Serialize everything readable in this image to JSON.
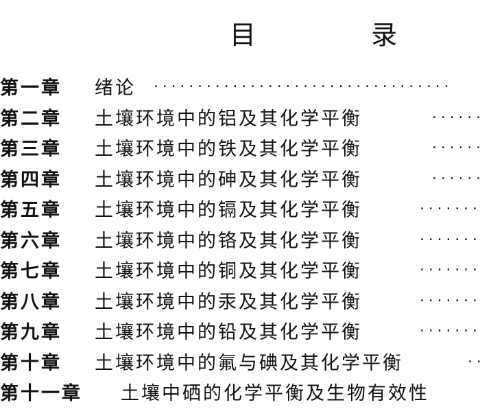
{
  "page": {
    "title": "目 录"
  },
  "toc": [
    {
      "chapter": "第一章",
      "title": "绪论",
      "leader": "··································"
    },
    {
      "chapter": "第二章",
      "title": "土壤环境中的铝及其化学平衡",
      "leader": "·······"
    },
    {
      "chapter": "第三章",
      "title": "土壤环境中的铁及其化学平衡",
      "leader": "·······"
    },
    {
      "chapter": "第四章",
      "title": "土壤环境中的砷及其化学平衡",
      "leader": "·······"
    },
    {
      "chapter": "第五章",
      "title": "土壤环境中的镉及其化学平衡",
      "leader": "·········"
    },
    {
      "chapter": "第六章",
      "title": "土壤环境中的铬及其化学平衡",
      "leader": "·········"
    },
    {
      "chapter": "第七章",
      "title": "土壤环境中的铜及其化学平衡",
      "leader": "·········"
    },
    {
      "chapter": "第八章",
      "title": "土壤环境中的汞及其化学平衡",
      "leader": "·········"
    },
    {
      "chapter": "第九章",
      "title": "土壤环境中的铅及其化学平衡",
      "leader": "·········"
    },
    {
      "chapter": "第十章",
      "title": "土壤环境中的氟与碘及其化学平衡",
      "leader": "··"
    },
    {
      "chapter": "第十一章",
      "title": "土壤中硒的化学平衡及生物有效性",
      "leader": ""
    }
  ]
}
